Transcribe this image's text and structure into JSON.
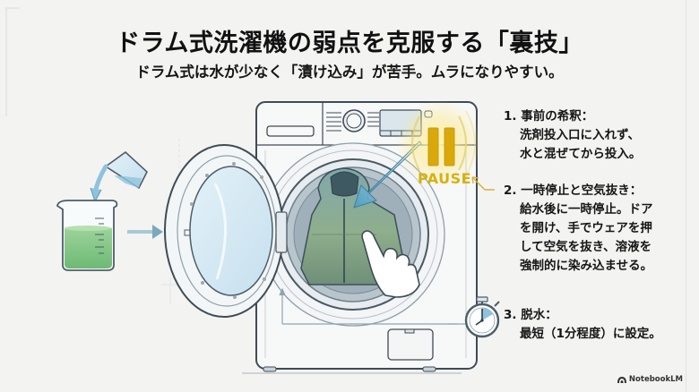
{
  "header": {
    "title": "ドラム式洗濯機の弱点を克服する「裏技」",
    "subtitle": "ドラム式は水が少なく「漬け込み」が苦手。ムラになりやすい。"
  },
  "illustration": {
    "pause_label": "PAUSE",
    "icons": [
      "measuring-cup-icon",
      "beaker-icon",
      "arrow-right-icon",
      "washing-machine-icon",
      "open-door-icon",
      "jacket-icon",
      "hand-press-icon",
      "pause-icon",
      "stopwatch-icon"
    ],
    "colors": {
      "accent_yellow": "#d8b10a",
      "liquid_green": "#7fc486",
      "water_blue": "#a9d2e6",
      "line": "#4a5a66",
      "arrow_blue": "#6fb2cf"
    }
  },
  "steps": [
    {
      "number": "1.",
      "heading": "事前の希釈：",
      "lines": [
        "洗剤投入口に入れず、",
        "水と混ぜてから投入。"
      ]
    },
    {
      "number": "2.",
      "heading": "一時停止と空気抜き：",
      "lines": [
        "給水後に一時停止。ドア",
        "を開け、手でウェアを押",
        "して空気を抜き、溶液を",
        "強制的に染み込ませる。"
      ]
    },
    {
      "number": "3.",
      "heading": "脱水：",
      "lines": [
        "最短（1分程度）に設定。"
      ]
    }
  ],
  "footer": {
    "brand": "NotebookLM"
  }
}
